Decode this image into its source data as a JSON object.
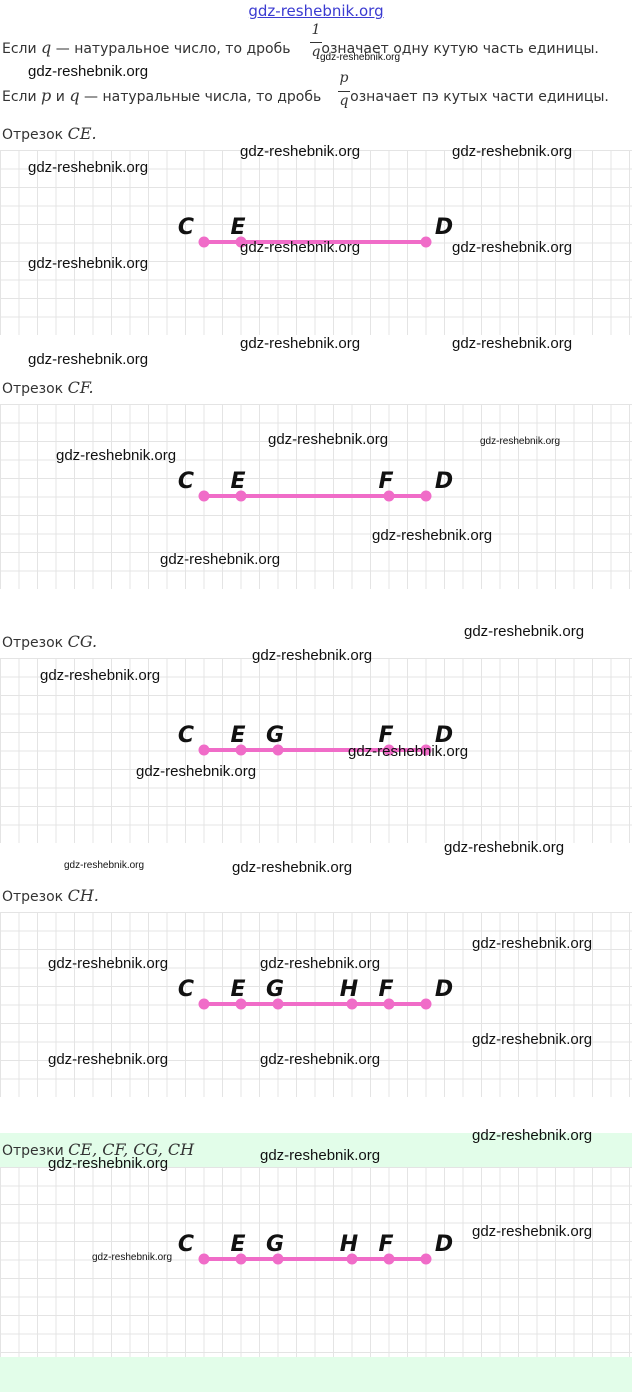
{
  "header": {
    "site": "gdz-reshebnik.org"
  },
  "intro": {
    "line1_prefix": "Если",
    "line1_var": "q",
    "line1_mid": "— натуральное число, то дробь",
    "line1_num": "1",
    "line1_den": "q",
    "line1_suffix": "означает одну кутую часть единицы.",
    "line2_prefix": "Если",
    "line2_var1": "p",
    "line2_and": "и",
    "line2_var2": "q",
    "line2_mid": "— натуральные числа, то дробь",
    "line2_num": "p",
    "line2_den": "q",
    "line2_suffix": "означает пэ кутых части единицы."
  },
  "sections": [
    {
      "prefix": "Отрезок",
      "name": "CE."
    },
    {
      "prefix": "Отрезок",
      "name": "CF."
    },
    {
      "prefix": "Отрезок",
      "name": "CG."
    },
    {
      "prefix": "Отрезок",
      "name": "CH."
    },
    {
      "prefix": "Отрезки",
      "name": "CE,  CF,  CG,  CH"
    }
  ],
  "figures": [
    {
      "points": [
        "C",
        "E",
        "D"
      ]
    },
    {
      "points": [
        "C",
        "E",
        "F",
        "D"
      ]
    },
    {
      "points": [
        "C",
        "E",
        "G",
        "F",
        "D"
      ]
    },
    {
      "points": [
        "C",
        "E",
        "G",
        "H",
        "F",
        "D"
      ]
    },
    {
      "points": [
        "C",
        "E",
        "G",
        "H",
        "F",
        "D"
      ]
    }
  ],
  "point_positions": {
    "C": 0,
    "E": 1,
    "G": 2,
    "H": 4,
    "F": 5,
    "D": 6
  },
  "colors": {
    "segment": "#f06cc8",
    "grid": "#e4e4e4",
    "highlight": "#e2fde9",
    "link": "#3b3bd1"
  },
  "watermark": "gdz-reshebnik.org"
}
